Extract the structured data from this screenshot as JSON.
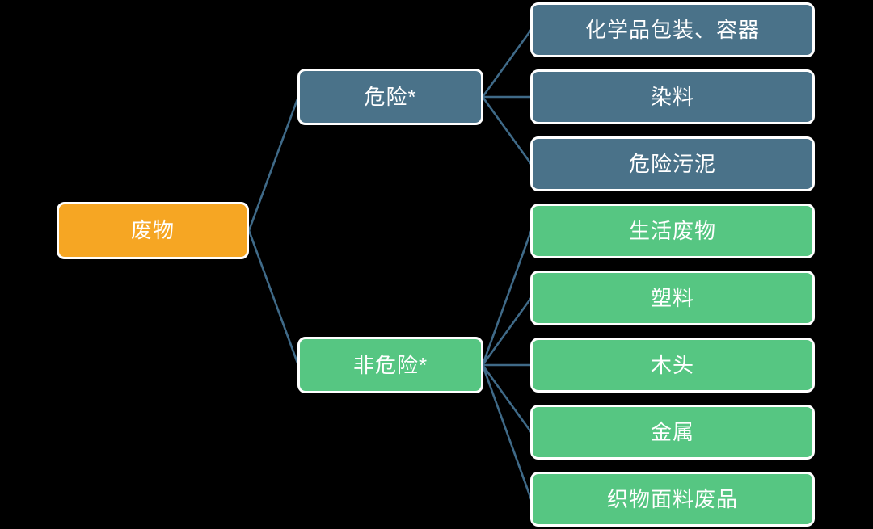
{
  "diagram": {
    "title": "waste-classification-tree",
    "root": {
      "label": "废物"
    },
    "branches": [
      {
        "label": "危险*",
        "children": [
          {
            "label": "化学品包装、容器"
          },
          {
            "label": "染料"
          },
          {
            "label": "危险污泥"
          }
        ]
      },
      {
        "label": "非危险*",
        "children": [
          {
            "label": "生活废物"
          },
          {
            "label": "塑料"
          },
          {
            "label": "木头"
          },
          {
            "label": "金属"
          },
          {
            "label": "织物面料废品"
          }
        ]
      }
    ]
  },
  "colors": {
    "background": "#000000",
    "root_fill": "#F6A623",
    "hazardous_fill": "#4A7289",
    "nonhazardous_fill": "#56C682",
    "connector": "#3F6A88",
    "node_border": "#FFFFFF",
    "text": "#FFFFFF"
  }
}
